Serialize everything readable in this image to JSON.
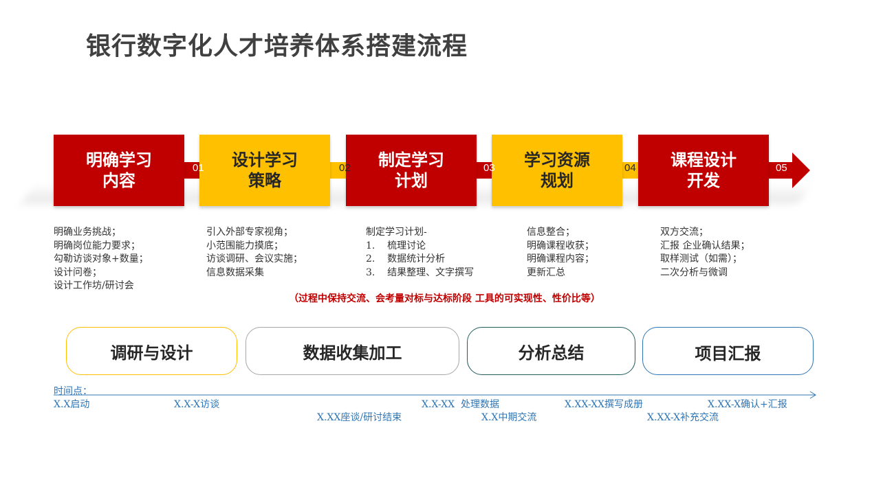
{
  "title": "银行数字化人才培养体系搭建流程",
  "steps": [
    {
      "label": "明确学习\n内容",
      "color": "#c00000"
    },
    {
      "label": "设计学习\n策略",
      "color": "#ffc000"
    },
    {
      "label": "制定学习\n计划",
      "color": "#c00000"
    },
    {
      "label": "学习资源\n规划",
      "color": "#ffc000"
    },
    {
      "label": "课程设计\n开发",
      "color": "#c00000"
    }
  ],
  "step_numbers": [
    "01",
    "02",
    "03",
    "04",
    "05"
  ],
  "details": [
    [
      "明确业务挑战；",
      "明确岗位能力要求；",
      "勾勒访谈对象+数量；",
      "设计问卷；",
      "设计工作坊/研讨会"
    ],
    [
      "引入外部专家视角；",
      "小范围能力摸底；",
      "访谈调研、会议实施；",
      "信息数据采集"
    ],
    [
      "制定学习计划-",
      "1.    梳理讨论",
      "2.    数据统计分析",
      "3.    结果整理、文字撰写"
    ],
    [
      "信息整合；",
      "明确课程收获；",
      "明确课程内容；",
      "更新汇总"
    ],
    [
      "双方交流；",
      "汇报 企业确认结果；",
      "取样测试（如需）；",
      "二次分析与微调"
    ]
  ],
  "note": "（过程中保持交流、会考量对标与达标阶段 工具的可实现性、性价比等）",
  "phases": [
    {
      "label": "调研与设计",
      "border": "#ffc000"
    },
    {
      "label": "数据收集加工",
      "border": "#a6a6a6"
    },
    {
      "label": "分析总结",
      "border": "#1f5c5c"
    },
    {
      "label": "项目汇报",
      "border": "#2e75b6"
    }
  ],
  "timeline": {
    "label": "时间点：",
    "milestones": [
      "X.X启动",
      "X.X-X访谈",
      "X.XX座谈/研讨结束",
      "X.X-XX  处理数据",
      "X.X中期交流",
      "X.XX-XX撰写成册",
      "X.XX-X补充交流",
      "X.XX-X确认+汇报"
    ]
  },
  "colors": {
    "red": "#c00000",
    "yellow": "#ffc000",
    "blue": "#2e75b6"
  }
}
